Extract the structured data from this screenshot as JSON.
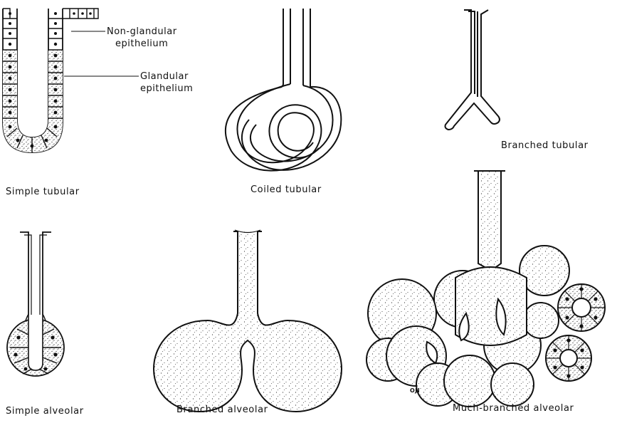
{
  "diagram": {
    "panels": [
      {
        "id": "simple-tubular",
        "label": "Simple tubular"
      },
      {
        "id": "coiled-tubular",
        "label": "Coiled tubular"
      },
      {
        "id": "branched-tubular",
        "label": "Branched tubular"
      },
      {
        "id": "simple-alveolar",
        "label": "Simple alveolar"
      },
      {
        "id": "branched-alveolar",
        "label": "Branched alveolar"
      },
      {
        "id": "much-branched-alveolar",
        "label": "Much-branched alveolar"
      }
    ],
    "callouts": {
      "non_glandular": {
        "line1": "Non-glandular",
        "line2": "epithelium"
      },
      "glandular": {
        "line1": "Glandular",
        "line2": "epithelium"
      }
    },
    "signature": "OJI"
  }
}
